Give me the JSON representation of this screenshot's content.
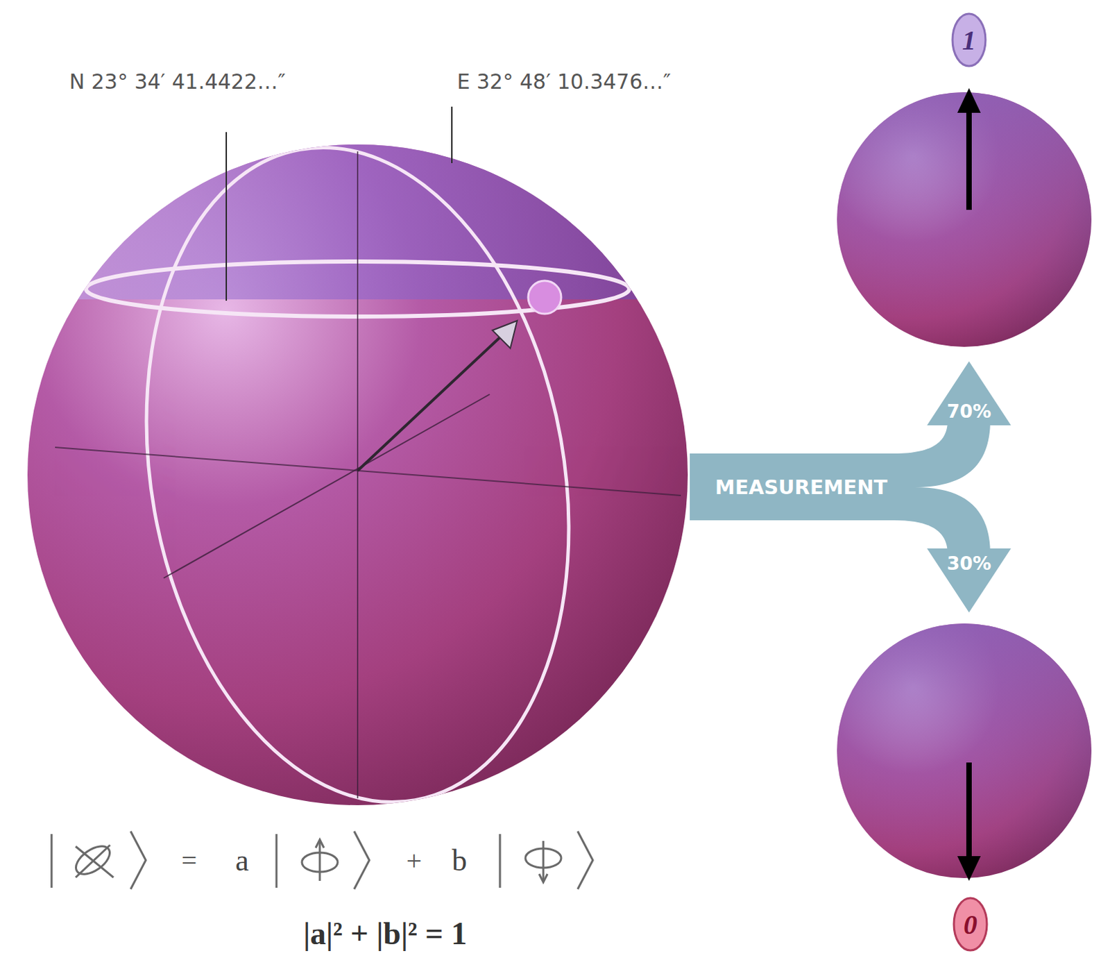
{
  "diagram": {
    "labels": [
      "N 23° 34′ 41.4422…″",
      "E 32° 48′ 10.3476…″",
      "1",
      "70%",
      "MEASUREMENT",
      "30%",
      "0",
      "=",
      "a",
      "+",
      "b",
      "|a|² + |b|² = 1"
    ]
  }
}
